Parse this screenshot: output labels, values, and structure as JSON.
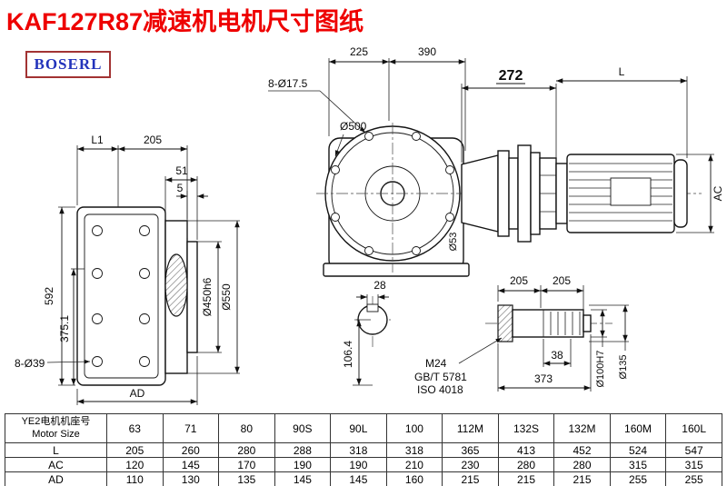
{
  "title": "KAF127R87减速机电机尺寸图纸",
  "logo": "BOSERL",
  "dims": {
    "d225": "225",
    "d390": "390",
    "d8x17_5": "8-Ø17.5",
    "d272": "272",
    "dL": "L",
    "d500": "Ø500",
    "dAC": "AC",
    "dL1": "L1",
    "d205side": "205",
    "d51": "51",
    "d5": "5",
    "d592": "592",
    "d375_1": "375.1",
    "d8x39": "8-Ø39",
    "dAD": "AD",
    "d450h6": "Ø450h6",
    "d550": "Ø550",
    "d53": "Ø53",
    "d28": "28",
    "d106_4": "106.4",
    "d205a": "205",
    "d205b": "205",
    "d38": "38",
    "d373": "373",
    "dM24": "M24",
    "dGBT": "GB/T 5781",
    "dISO": "ISO 4018",
    "d100H7": "Ø100H7",
    "d135": "Ø135"
  },
  "table": {
    "header_cn": "YE2电机机座号",
    "header_en": "Motor Size",
    "sizes": [
      "63",
      "71",
      "80",
      "90S",
      "90L",
      "100",
      "112M",
      "132S",
      "132M",
      "160M",
      "160L"
    ],
    "rows": [
      {
        "label": "L",
        "values": [
          "205",
          "260",
          "280",
          "288",
          "318",
          "318",
          "365",
          "413",
          "452",
          "524",
          "547"
        ]
      },
      {
        "label": "AC",
        "values": [
          "120",
          "145",
          "170",
          "190",
          "190",
          "210",
          "230",
          "280",
          "280",
          "315",
          "315"
        ]
      },
      {
        "label": "AD",
        "values": [
          "110",
          "130",
          "135",
          "145",
          "145",
          "160",
          "215",
          "215",
          "215",
          "255",
          "255"
        ]
      }
    ]
  }
}
